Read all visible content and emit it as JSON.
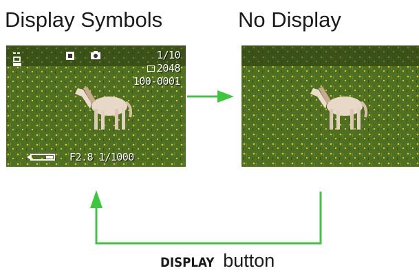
{
  "titles": {
    "left": "Display Symbols",
    "right": "No Display"
  },
  "screens": {
    "left": {
      "frame_counter": "1/10",
      "resolution": "2048",
      "file_number": "100-0001",
      "exposure": "F2.8  1/1000"
    }
  },
  "caption": {
    "key": "DISPLAY",
    "label": "button"
  },
  "colors": {
    "arrow": "#3ec63e",
    "grass": "#4f6f22",
    "pony": "#e8d8c8"
  },
  "icons": [
    "print-icon",
    "lock-icon",
    "camera-icon",
    "battery-icon"
  ]
}
